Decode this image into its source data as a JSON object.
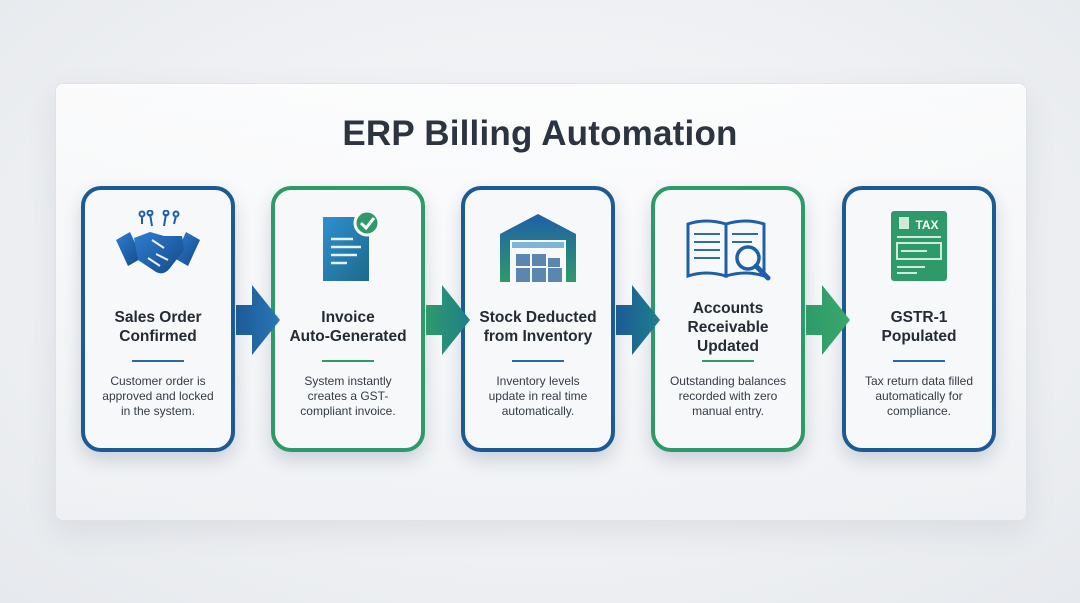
{
  "title": "ERP Billing Automation",
  "steps": [
    {
      "heading": "Sales Order\nConfirmed",
      "description": "Customer order is approved and locked in the system.",
      "icon": "handshake-icon"
    },
    {
      "heading": "Invoice\nAuto-Generated",
      "description": "System instantly creates a GST-compliant invoice.",
      "icon": "invoice-check-icon"
    },
    {
      "heading": "Stock Deducted\nfrom Inventory",
      "description": "Inventory levels update in real time automatically.",
      "icon": "warehouse-icon"
    },
    {
      "heading": "Accounts\nReceivable\nUpdated",
      "description": "Outstanding balances recorded with zero manual entry.",
      "icon": "ledger-search-icon"
    },
    {
      "heading": "GSTR-1\nPopulated",
      "description": "Tax return data filled automatically for compliance.",
      "icon": "tax-form-icon"
    }
  ],
  "tax_icon_label": "TAX",
  "colors": {
    "blue": "#1c5a96",
    "green": "#2e9a6a",
    "title": "#2b3440"
  }
}
